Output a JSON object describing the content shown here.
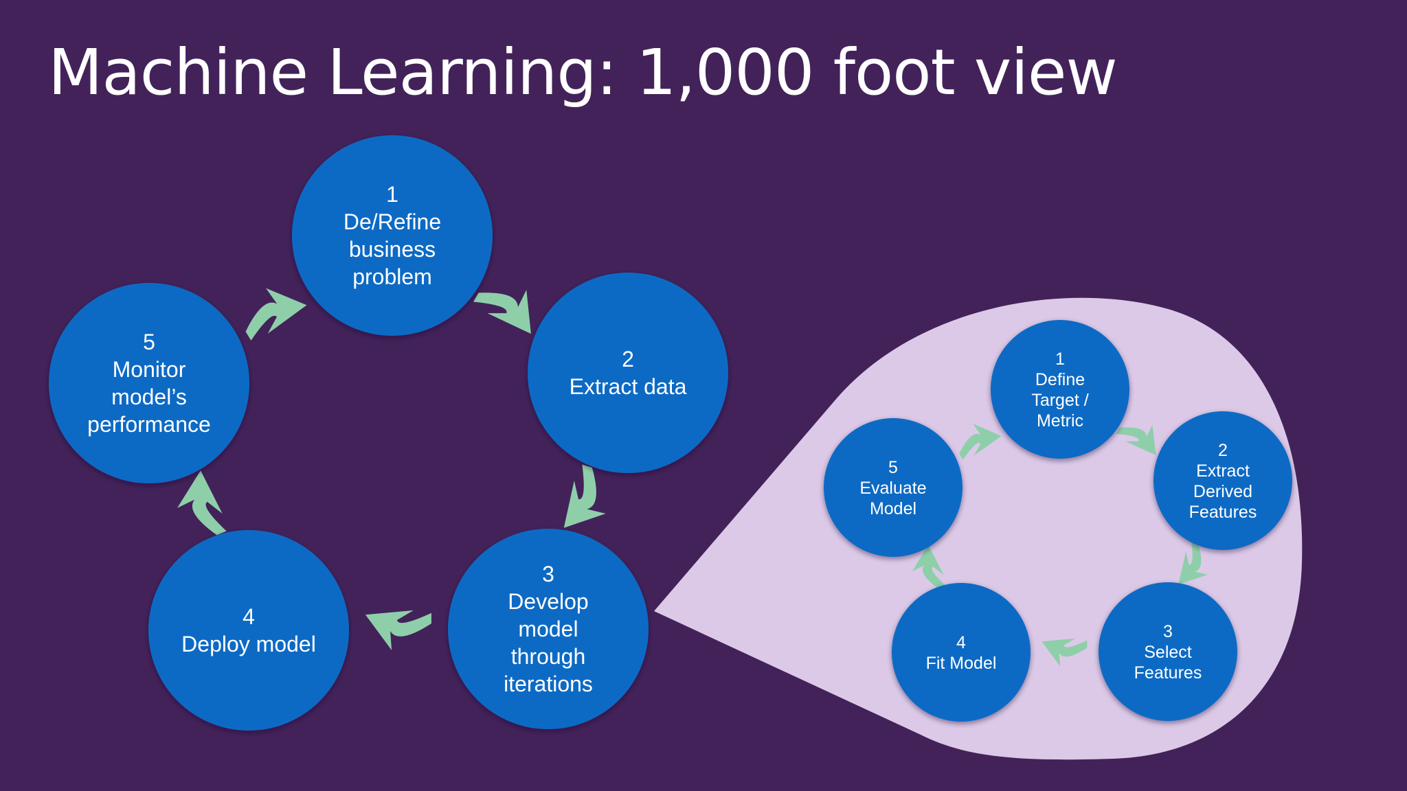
{
  "slide": {
    "title": "Machine Learning: 1,000 foot view"
  },
  "colors": {
    "background": "#43225a",
    "node_fill": "#0a6ac4",
    "arrow_fill": "#8ecfaa",
    "callout_fill": "#dcc9e8",
    "text": "#ffffff"
  },
  "main_cycle": {
    "steps": [
      {
        "number": "1",
        "lines": [
          "De/Refine",
          "business",
          "problem"
        ]
      },
      {
        "number": "2",
        "lines": [
          "Extract data"
        ]
      },
      {
        "number": "3",
        "lines": [
          "Develop",
          "model",
          "through",
          "iterations"
        ]
      },
      {
        "number": "4",
        "lines": [
          "Deploy model"
        ]
      },
      {
        "number": "5",
        "lines": [
          "Monitor",
          "model’s",
          "performance"
        ]
      }
    ]
  },
  "detail_cycle": {
    "steps": [
      {
        "number": "1",
        "lines": [
          "Define",
          "Target /",
          "Metric"
        ]
      },
      {
        "number": "2",
        "lines": [
          "Extract",
          "Derived",
          "Features"
        ]
      },
      {
        "number": "3",
        "lines": [
          "Select",
          "Features"
        ]
      },
      {
        "number": "4",
        "lines": [
          "Fit Model"
        ]
      },
      {
        "number": "5",
        "lines": [
          "Evaluate",
          "Model"
        ]
      }
    ]
  },
  "icons": {
    "cycle_arrow": "curved-arrow-icon"
  }
}
